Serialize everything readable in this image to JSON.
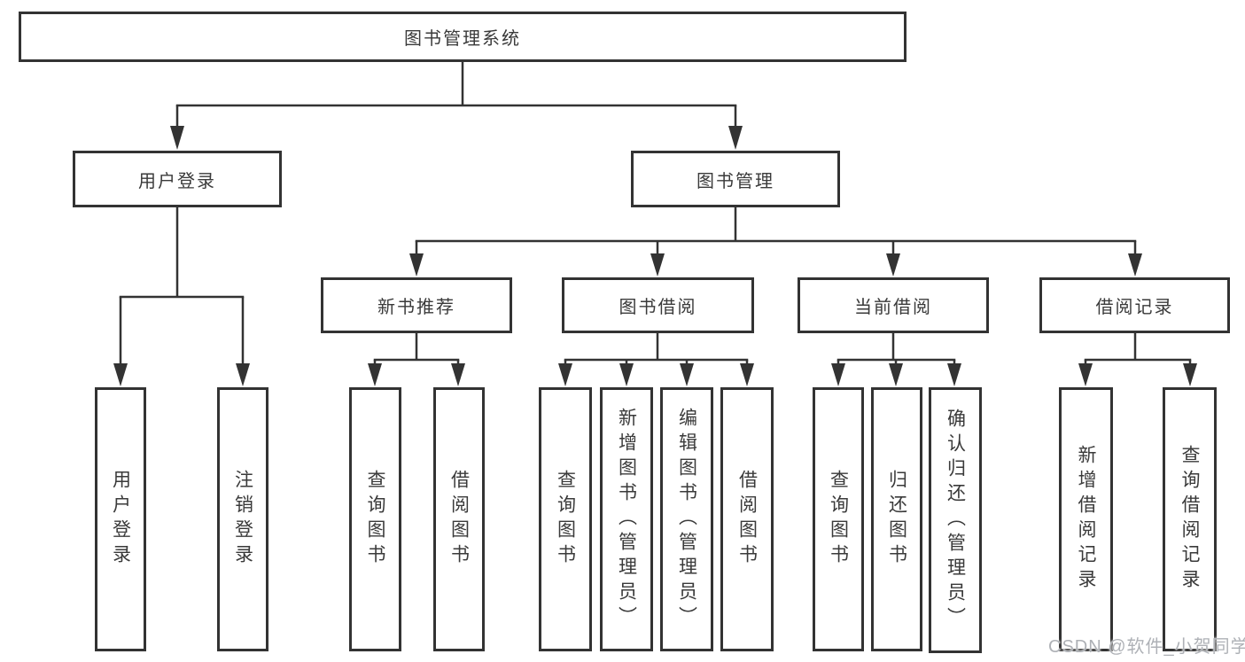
{
  "tree": {
    "root": "图书管理系统",
    "children": [
      {
        "label": "用户登录",
        "children": [
          {
            "label": "用户登录"
          },
          {
            "label": "注销登录"
          }
        ]
      },
      {
        "label": "图书管理",
        "children": [
          {
            "label": "新书推荐",
            "children": [
              {
                "label": "查询图书"
              },
              {
                "label": "借阅图书"
              }
            ]
          },
          {
            "label": "图书借阅",
            "children": [
              {
                "label": "查询图书"
              },
              {
                "label": "新增图书（管理员）"
              },
              {
                "label": "编辑图书（管理员）"
              },
              {
                "label": "借阅图书"
              }
            ]
          },
          {
            "label": "当前借阅",
            "children": [
              {
                "label": "查询图书"
              },
              {
                "label": "归还图书"
              },
              {
                "label": "确认归还（管理员）"
              }
            ]
          },
          {
            "label": "借阅记录",
            "children": [
              {
                "label": "新增借阅记录"
              },
              {
                "label": "查询借阅记录"
              }
            ]
          }
        ]
      }
    ]
  },
  "watermark": {
    "text": "CSDN @软件_小贺同学"
  },
  "colors": {
    "line": "#333333",
    "box_border": "#333333",
    "text": "#3a3a3a",
    "watermark": "#aeb1b6",
    "background": "#ffffff"
  }
}
